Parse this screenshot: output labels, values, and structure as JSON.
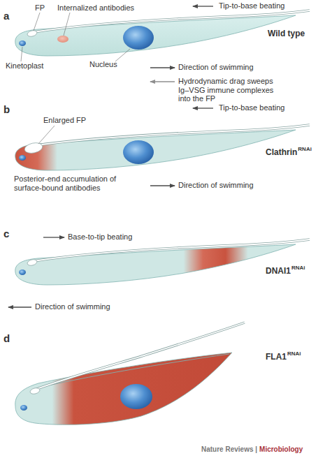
{
  "diagram": {
    "labels": [
      "a",
      "FP",
      "Internalized antibodies",
      "Tip-to-base beating",
      "Wild type",
      "Kinetoplast",
      "Nucleus",
      "Direction of swimming",
      "Hydrodynamic drag sweeps Ig–VSG immune complexes into the FP",
      "b",
      "Tip-to-base beating",
      "Enlarged FP",
      "Clathrin",
      "RNAi",
      "Posterior-end accumulation of surface-bound antibodies",
      "Direction of swimming",
      "c",
      "Base-to-tip beating",
      "DNAI1",
      "RNAi",
      "Direction of swimming",
      "d",
      "FLA1",
      "RNAi",
      "Nature Reviews |",
      "Microbiology"
    ]
  }
}
